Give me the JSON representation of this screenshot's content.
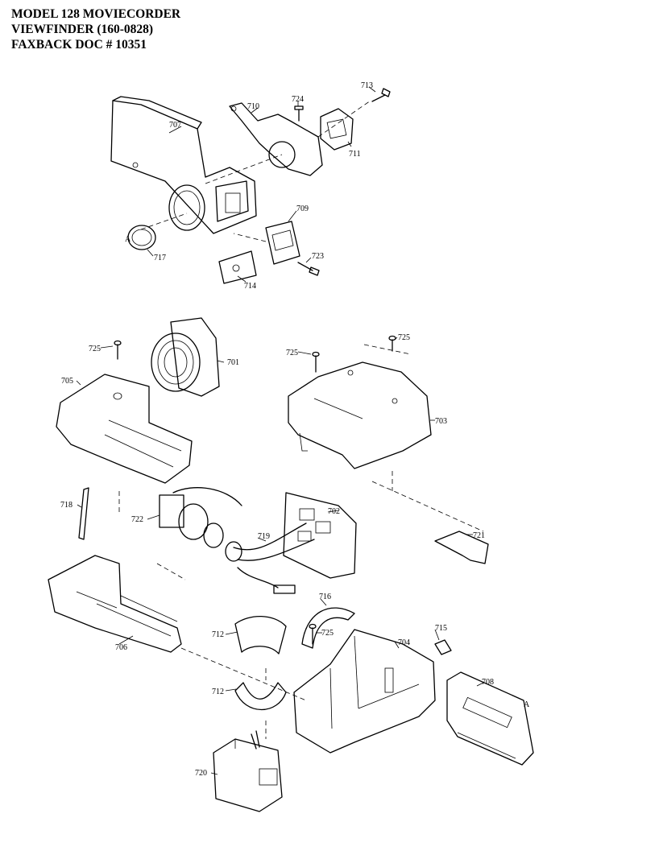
{
  "header": {
    "line1": "MODEL 128 MOVIECORDER",
    "line2": "VIEWFINDER  (160-0828)",
    "line3": "FAXBACK DOC # 10351"
  },
  "parts": {
    "p701": "701",
    "p702": "702",
    "p703": "703",
    "p704": "704",
    "p705": "705",
    "p706": "706",
    "p707": "707",
    "p708": "708",
    "p709": "709",
    "p710": "710",
    "p711": "711",
    "p712a": "712",
    "p712b": "712",
    "p713": "713",
    "p714": "714",
    "p715": "715",
    "p716": "716",
    "p717": "717",
    "p718": "718",
    "p719": "719",
    "p720": "720",
    "p721": "721",
    "p722": "722",
    "p723": "723",
    "p724": "724",
    "p725a": "725",
    "p725b": "725",
    "p725c": "725",
    "p725d": "725"
  },
  "refs": {
    "a1": "A",
    "a2": "A"
  }
}
